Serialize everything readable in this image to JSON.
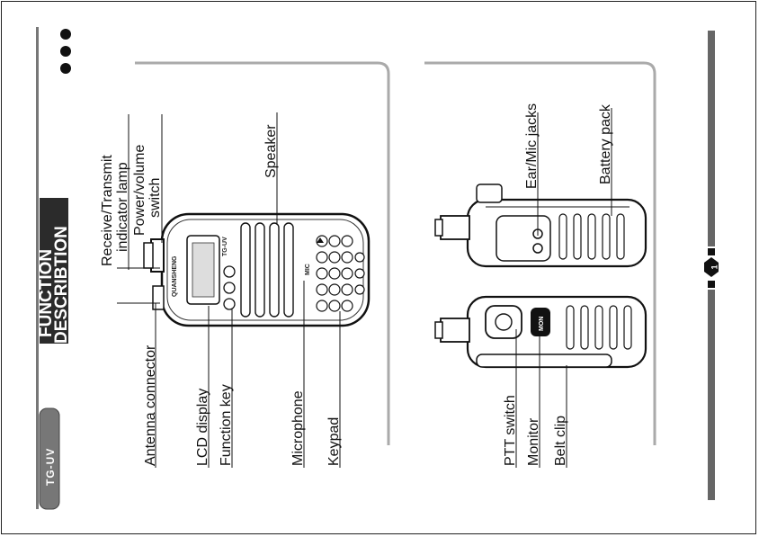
{
  "badge": "TG-UV",
  "section_title": {
    "line1": "FUNCTION",
    "line2": "DESCRIBTION"
  },
  "page_number": "1",
  "front_view": {
    "labels": {
      "antenna_connector": "Antenna connector",
      "rx_tx_lamp_1": "Receive/Transmit",
      "rx_tx_lamp_2": "indicator lamp",
      "power_volume_1": "Power/volume",
      "power_volume_2": "switch",
      "lcd_display": "LCD display",
      "function_key": "Function key",
      "speaker": "Speaker",
      "microphone": "Microphone",
      "keypad": "Keypad"
    },
    "device_text": {
      "brand": "QUANSHENG",
      "model": "TG-UV",
      "mic": "MIC"
    }
  },
  "side_view": {
    "labels": {
      "ear_mic_jacks": "Ear/Mic jacks",
      "battery_pack": "Battery pack",
      "ptt_switch": "PTT switch",
      "monitor": "Monitor",
      "belt_clip": "Belt clip"
    },
    "device_text": {
      "mon": "MON"
    }
  }
}
